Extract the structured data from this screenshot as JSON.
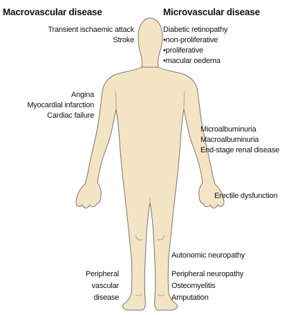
{
  "headings": {
    "macrovascular": "Macrovascular disease",
    "microvascular": "Microvascular disease"
  },
  "labels": {
    "tia": "Transient ischaemic attack",
    "stroke": "Stroke",
    "angina": "Angina",
    "myocardial_infarction": "Myocardial infarction",
    "cardiac_failure": "Cardiac failure",
    "diabetic_retinopathy": "Diabetic retinopathy",
    "non_proliferative": "•non-proliferative",
    "proliferative": "•proliferative",
    "macular_oedema": "•macular oedema",
    "microalbuminuria": "Microalbuminuria",
    "macroalbuminuria": "Macroalbuminuria",
    "end_stage_renal": "End-stage renal disease",
    "erectile_dysfunction": "Erectile dysfunction",
    "autonomic_neuropathy": "Autonomic neuropathy",
    "peripheral_neuropathy": "Peripheral neuropathy",
    "osteomyelitis": "Osteomyelitis",
    "amputation": "Amputation",
    "peripheral_vascular_1": "Peripheral",
    "peripheral_vascular_2": "vascular",
    "peripheral_vascular_3": "disease"
  },
  "colors": {
    "body_fill": "#f3e4c4",
    "body_outline": "#7a7368",
    "text": "#111111"
  }
}
